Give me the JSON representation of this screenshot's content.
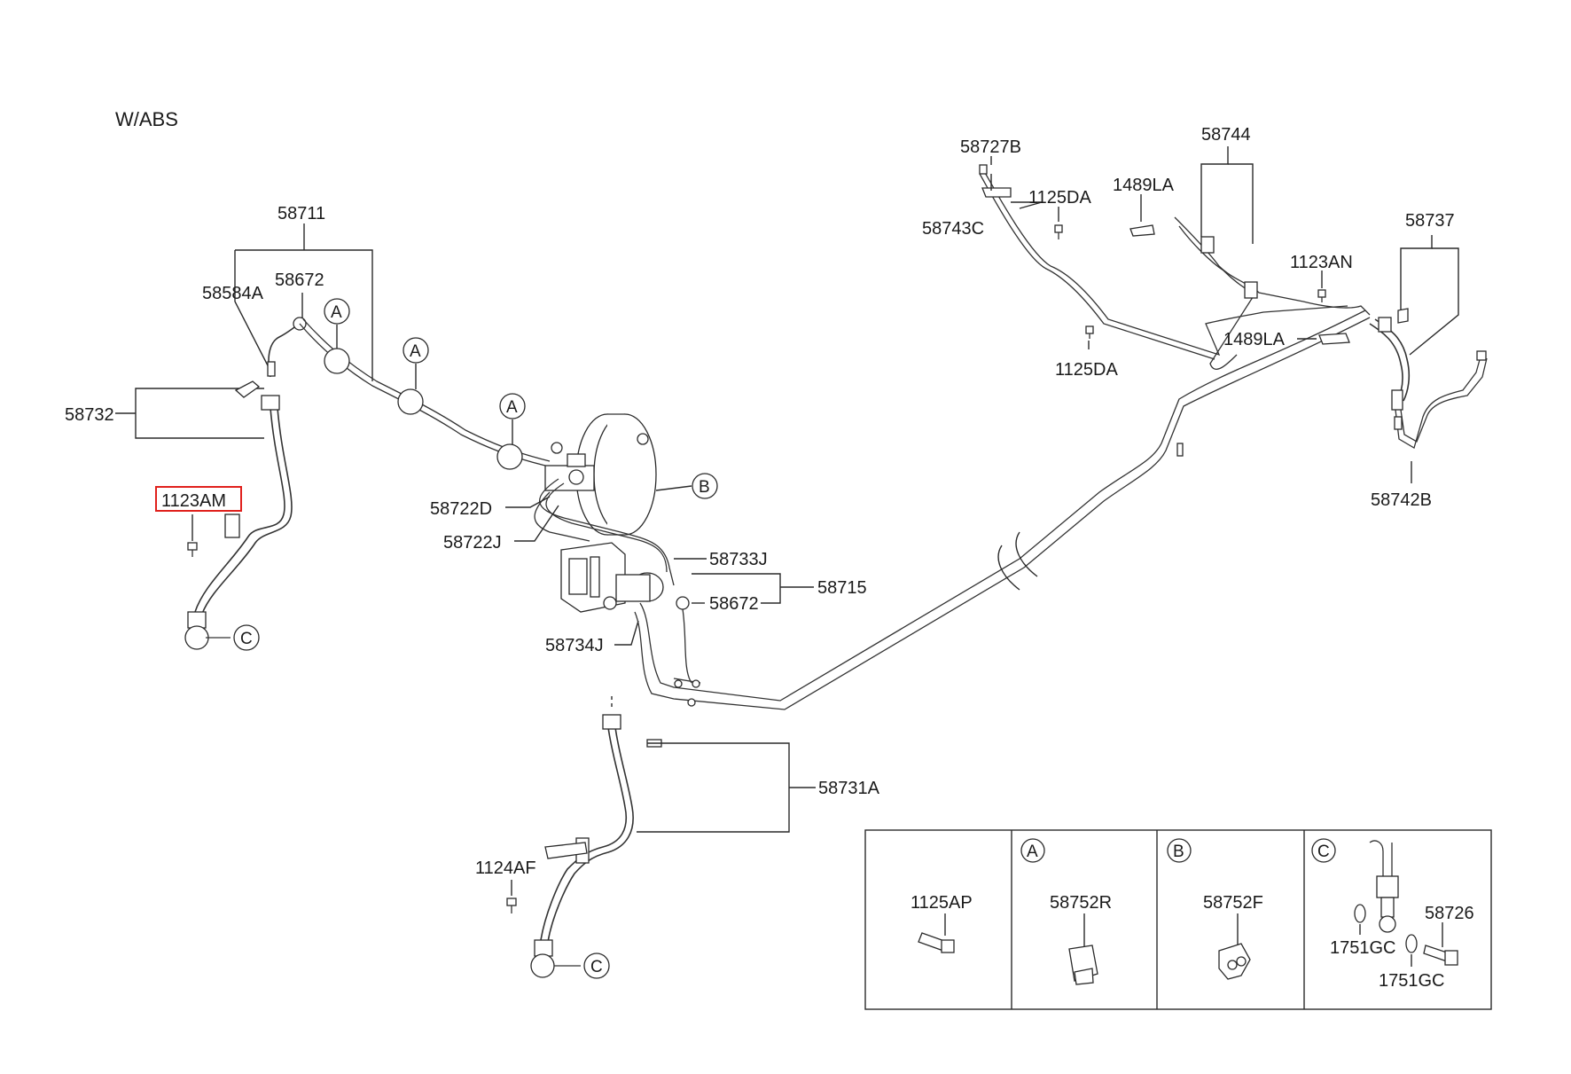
{
  "diagram": {
    "title": "W/ABS",
    "highlighted_part": "1123AM",
    "highlight_color": "#e0201c",
    "callouts": {
      "p58711": "58711",
      "p58584A": "58584A",
      "p58672_top": "58672",
      "p58732": "58732",
      "p1123AM": "1123AM",
      "p58722D": "58722D",
      "p58722J": "58722J",
      "p58733J": "58733J",
      "p58715": "58715",
      "p58672_mid": "58672",
      "p58734J": "58734J",
      "p58731A": "58731A",
      "p1124AF": "1124AF",
      "p58727B": "58727B",
      "p58743C": "58743C",
      "p1125DA_top": "1125DA",
      "p1125DA_bot": "1125DA",
      "p1489LA_top": "1489LA",
      "p1489LA_bot": "1489LA",
      "p58744": "58744",
      "p1123AN": "1123AN",
      "p58737": "58737",
      "p58742B": "58742B"
    },
    "ref_letters": {
      "a": "A",
      "b": "B",
      "c": "C"
    },
    "detail_table": {
      "cell1": {
        "part": "1125AP"
      },
      "cell2": {
        "ref": "A",
        "part": "58752R"
      },
      "cell3": {
        "ref": "B",
        "part": "58752F"
      },
      "cell4": {
        "ref": "C",
        "part_a": "58726",
        "part_b": "1751GC",
        "part_c": "1751GC"
      }
    }
  }
}
